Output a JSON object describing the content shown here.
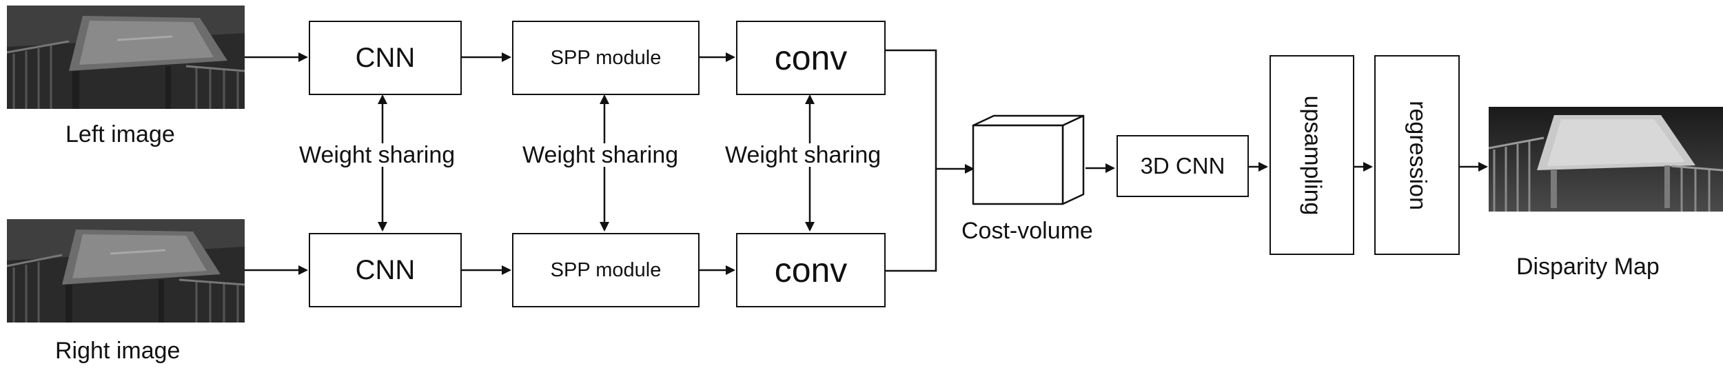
{
  "inputs": {
    "left_caption": "Left image",
    "right_caption": "Right image"
  },
  "top_branch": {
    "cnn": "CNN",
    "spp": "SPP module",
    "conv": "conv"
  },
  "bottom_branch": {
    "cnn": "CNN",
    "spp": "SPP module",
    "conv": "conv"
  },
  "sharing": {
    "cnn": "Weight sharing",
    "spp": "Weight sharing",
    "conv": "Weight sharing"
  },
  "cost_volume_label": "Cost-volume",
  "cnn3d_label": "3D CNN",
  "upsampling_label": "upsampling",
  "regression_label": "regression",
  "output_caption": "Disparity Map",
  "colors": {
    "stroke": "#111111",
    "background": "#ffffff"
  }
}
